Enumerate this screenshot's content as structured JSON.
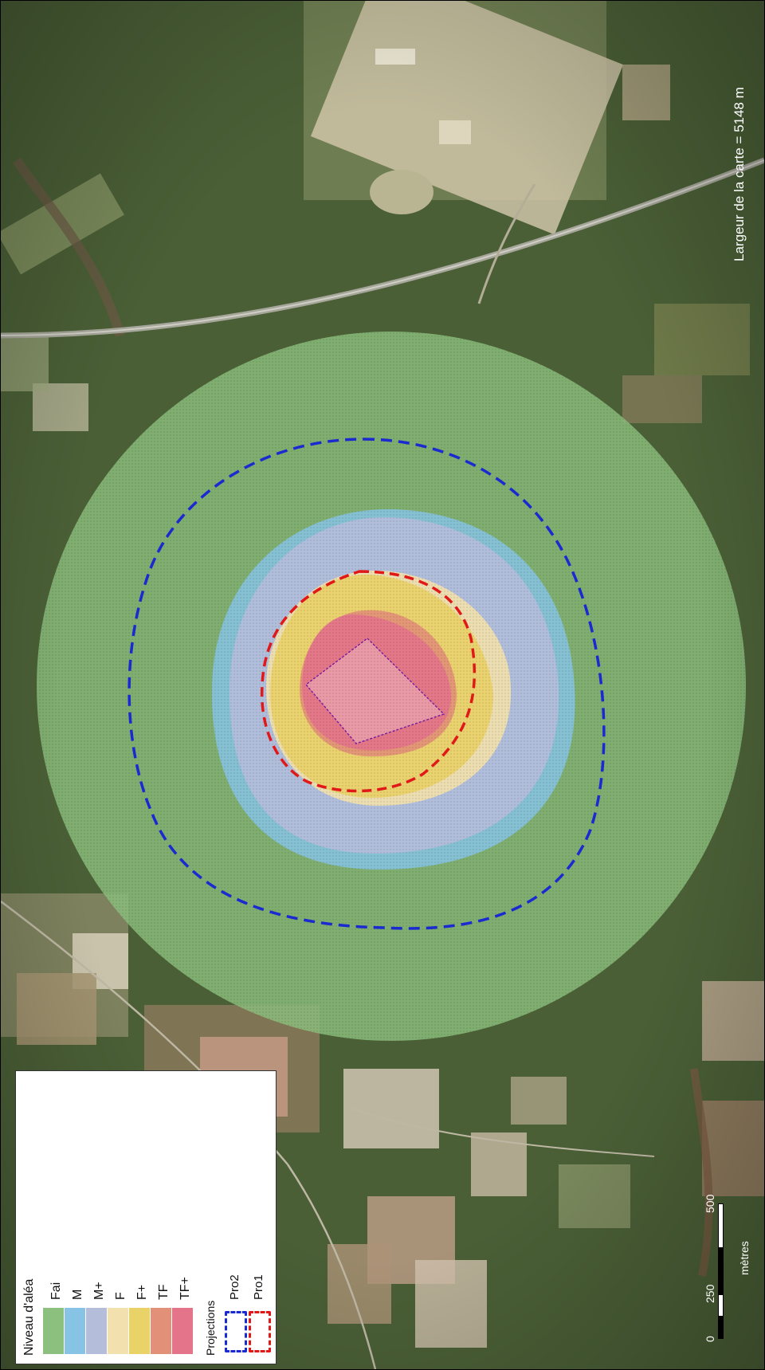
{
  "map": {
    "width_label": "Largeur de la carte = 5148 m"
  },
  "legend": {
    "title": "Niveau d'aléa",
    "levels": [
      {
        "label": "Fai",
        "color": "#8cc07e"
      },
      {
        "label": "M",
        "color": "#86c3e4"
      },
      {
        "label": "M+",
        "color": "#b4bedb"
      },
      {
        "label": "F",
        "color": "#f2e1ae"
      },
      {
        "label": "F+",
        "color": "#e9d268"
      },
      {
        "label": "TF",
        "color": "#e39078"
      },
      {
        "label": "TF+",
        "color": "#e3748a"
      }
    ],
    "projections_title": "Projections",
    "projections": [
      {
        "label": "Pro2",
        "color": "#1a2ad0"
      },
      {
        "label": "Pro1",
        "color": "#e01818"
      }
    ]
  },
  "scale": {
    "ticks": [
      "0",
      "250",
      "500"
    ],
    "units": "mètres"
  }
}
